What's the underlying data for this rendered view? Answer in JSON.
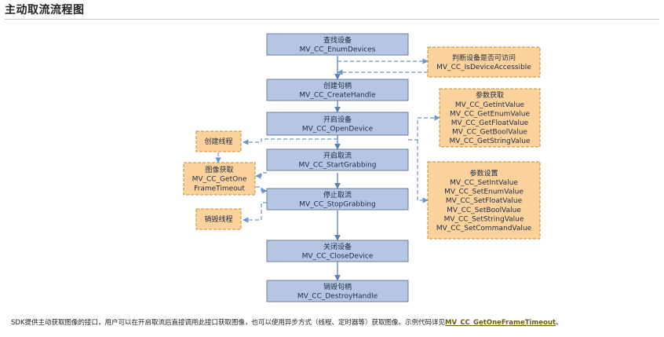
{
  "page": {
    "title": "主动取流流程图"
  },
  "main_flow": [
    {
      "id": "enum",
      "cn": "查找设备",
      "api": "MV_CC_EnumDevices"
    },
    {
      "id": "create",
      "cn": "创建句柄",
      "api": "MV_CC_CreateHandle"
    },
    {
      "id": "open",
      "cn": "开启设备",
      "api": "MV_CC_OpenDevice"
    },
    {
      "id": "start",
      "cn": "开启取流",
      "api": "MV_CC_StartGrabbing"
    },
    {
      "id": "stop",
      "cn": "停止取流",
      "api": "MV_CC_StopGrabbing"
    },
    {
      "id": "close",
      "cn": "关闭设备",
      "api": "MV_CC_CloseDevice"
    },
    {
      "id": "destroy",
      "cn": "销毁句柄",
      "api": "MV_CC_DestroyHandle"
    }
  ],
  "side_boxes": {
    "accessible": [
      "判断设备是否可访问",
      "MV_CC_IsDeviceAccessible"
    ],
    "get_params": [
      "参数获取",
      "MV_CC_GetIntValue",
      "MV_CC_GetEnumValue",
      "MV_CC_GetFloatValue",
      "MV_CC_GetBoolValue",
      "MV_CC_GetStringValue"
    ],
    "set_params": [
      "参数设置",
      "MV_CC_SetIntValue",
      "MV_CC_SetEnumValue",
      "MV_CC_SetFloatValue",
      "MV_CC_SetBoolValue",
      "MV_CC_SetStringValue",
      "MV_CC_SetCommandValue"
    ],
    "create_thread": [
      "创建线程"
    ],
    "get_image": [
      "图像获取",
      "MV_CC_GetOne",
      "FrameTimeout"
    ],
    "destroy_thread": [
      "销毁线程"
    ]
  },
  "colors": {
    "main_fill": "#b4c6e3",
    "main_stroke": "#6b7d9a",
    "side_fill": "#fbd29c",
    "side_stroke": "#c98a2c",
    "arrow_solid": "#5b80b8",
    "arrow_dashed": "#6f94c8"
  },
  "footer": {
    "text": "SDK提供主动获取图像的接口，用户可以在开启取流后直接调用此接口获取图像，也可以使用异步方式（线程、定时器等）获取图像。示例代码详见",
    "link": "MV_CC_GetOneFrameTimeout",
    "end": "。"
  }
}
